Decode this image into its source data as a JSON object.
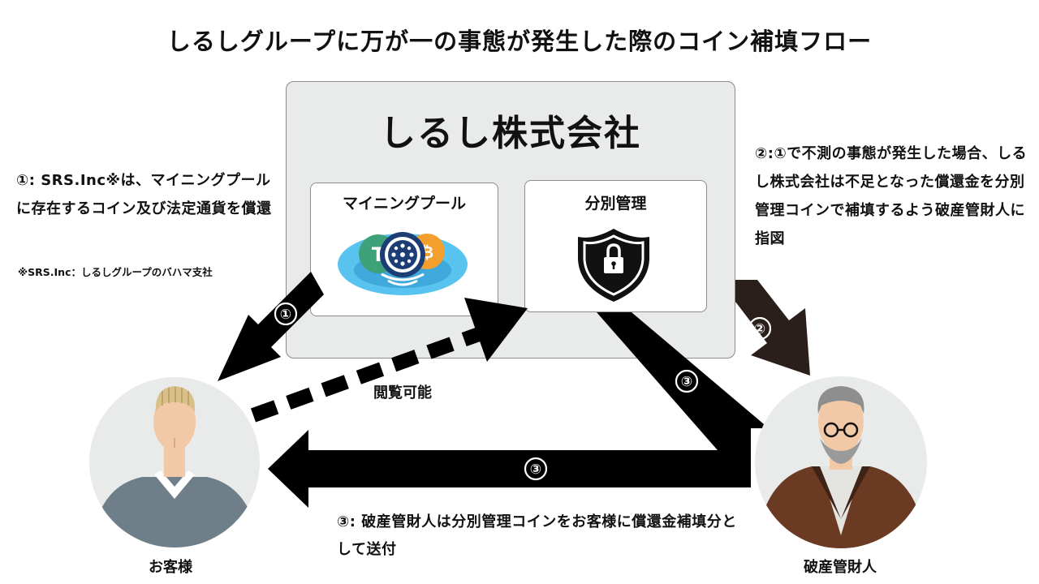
{
  "title": "しるしグループに万が一の事態が発生した際のコイン補填フロー",
  "company": {
    "name": "しるし株式会社",
    "mining_pool_label": "マイニングプール",
    "segregated_label": "分別管理"
  },
  "notes": {
    "note1": "①: SRS.Inc※は、マイニングプールに存在するコイン及び法定通貨を償還",
    "note1_footnote": "※SRS.Inc：しるしグループのバハマ支社",
    "note2": "②:①で不測の事態が発生した場合、しるし株式会社は不足となった償還金を分別管理コインで補填するよう破産管財人に指図",
    "note3": "③: 破産管財人は分別管理コインをお客様に償還金補填分として送付"
  },
  "arrows": {
    "arrow1_label": "①",
    "arrow2_label": "②",
    "arrow3a_label": "③",
    "arrow3b_label": "③",
    "view_label": "閲覧可能"
  },
  "people": {
    "customer": "お客様",
    "trustee": "破産管財人"
  },
  "colors": {
    "company_bg": "#e8ebea",
    "arrow_black": "#000000",
    "arrow2_brown": "#2a1f1b",
    "person_bg": "#e8ebea",
    "customer_sweater": "#6f7f89",
    "trustee_jacket": "#6b3a22"
  },
  "icons": {
    "mining": "coins-pool-icon",
    "segregated": "shield-lock-icon"
  }
}
